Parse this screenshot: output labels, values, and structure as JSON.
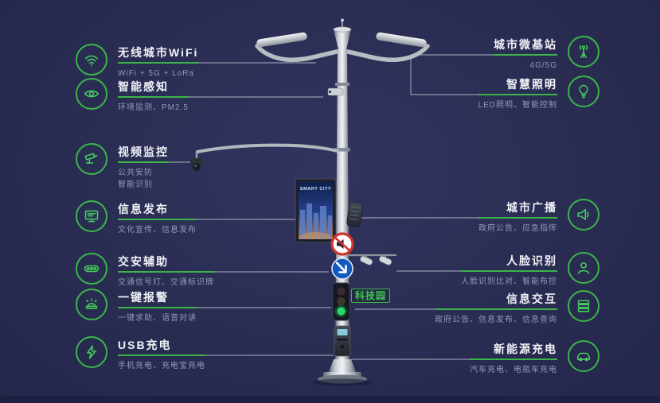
{
  "theme": {
    "background": "#2a2d52",
    "accent_green": "#3bb54a",
    "title_color": "#f2f3f8",
    "subtitle_color": "#9499b6",
    "sign_red": "#d2342e",
    "sign_blue": "#1259c3"
  },
  "pole": {
    "park_label": "科技园",
    "screen_title": "SMART CITY"
  },
  "left_features": [
    {
      "name": "wifi",
      "title": "无线城市WiFi",
      "subtitle": "WiFi + 5G + LoRa"
    },
    {
      "name": "sensing",
      "title": "智能感知",
      "subtitle": "环境监测、PM2.5"
    },
    {
      "name": "video",
      "title": "视频监控",
      "subtitle": "公共安防\n智能识别"
    },
    {
      "name": "info-publish",
      "title": "信息发布",
      "subtitle": "文化宣传、信息发布"
    },
    {
      "name": "traffic-aux",
      "title": "交安辅助",
      "subtitle": "交通信号灯、交通标识牌"
    },
    {
      "name": "alarm",
      "title": "一键报警",
      "subtitle": "一键求助、语音对讲"
    },
    {
      "name": "usb-charge",
      "title": "USB充电",
      "subtitle": "手机充电、充电宝充电"
    }
  ],
  "right_features": [
    {
      "name": "base-station",
      "title": "城市微基站",
      "subtitle": "4G/5G"
    },
    {
      "name": "smart-lighting",
      "title": "智慧照明",
      "subtitle": "LED照明、智能控制"
    },
    {
      "name": "city-broadcast",
      "title": "城市广播",
      "subtitle": "政府公告、应急指挥"
    },
    {
      "name": "face-recognition",
      "title": "人脸识别",
      "subtitle": "人脸识别比对、智能布控"
    },
    {
      "name": "info-interaction",
      "title": "信息交互",
      "subtitle": "政府公告、信息发布、信息查询"
    },
    {
      "name": "ev-charging",
      "title": "新能源充电",
      "subtitle": "汽车充电、电瓶车充电"
    }
  ]
}
